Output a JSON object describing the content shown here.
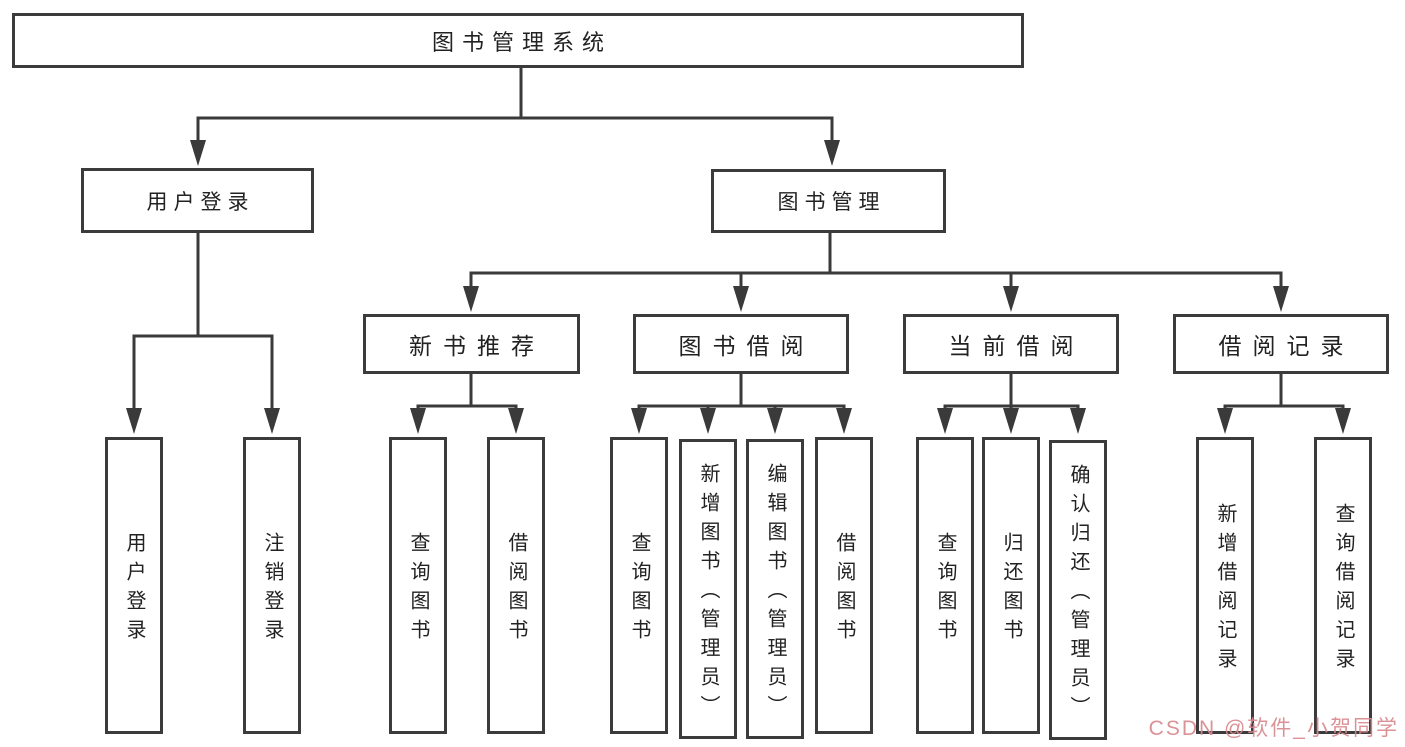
{
  "diagram_title": "图书管理系统",
  "nodes": {
    "root": "图书管理系统",
    "user_login": {
      "label": "用户登录",
      "children": [
        "用户登录",
        "注销登录"
      ]
    },
    "book_mgmt": {
      "label": "图书管理",
      "sections": [
        {
          "label": "新书推荐",
          "children": [
            "查询图书",
            "借阅图书"
          ]
        },
        {
          "label": "图书借阅",
          "children": [
            "查询图书",
            "新增图书（管理员）",
            "编辑图书（管理员）",
            "借阅图书"
          ]
        },
        {
          "label": "当前借阅",
          "children": [
            "查询图书",
            "归还图书",
            "确认归还（管理员）"
          ]
        },
        {
          "label": "借阅记录",
          "children": [
            "新增借阅记录",
            "查询借阅记录"
          ]
        }
      ]
    }
  },
  "watermark": {
    "text": "CSDN @软件_小贺同学",
    "color": "#d8898e"
  },
  "colors": {
    "line": "#3a3a3a",
    "box_border": "#3b3b3b",
    "box_background": "#ffffff",
    "text": "#222222",
    "page_background": "#ffffff"
  }
}
